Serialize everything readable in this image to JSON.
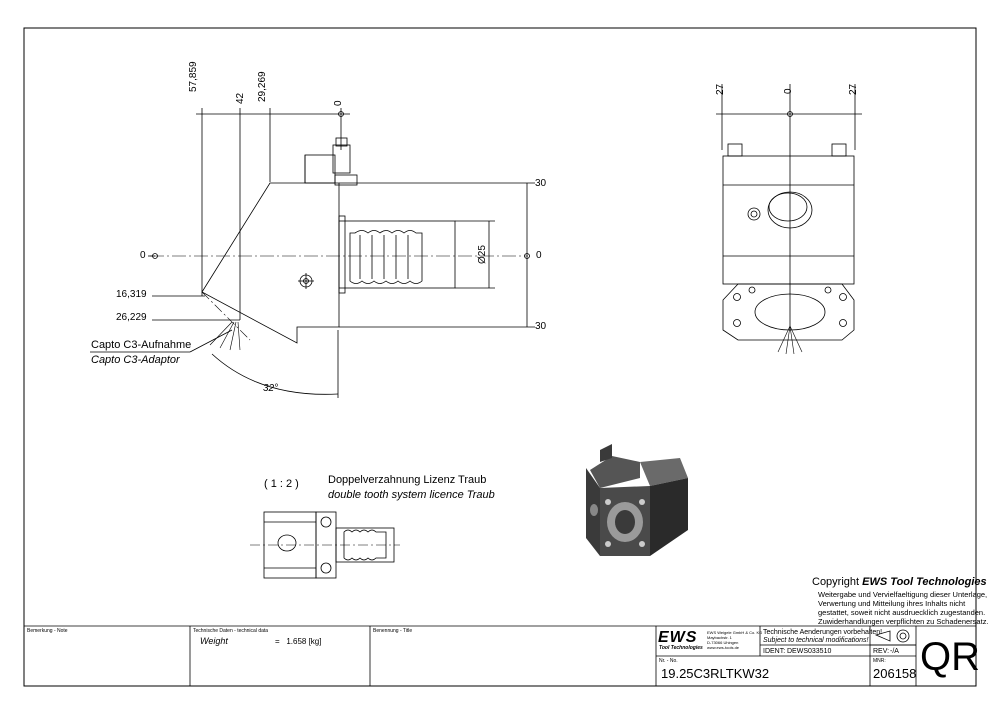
{
  "dimensions_side": {
    "top_57859": "57,859",
    "top_42": "42",
    "top_29269": "29,269",
    "top_0": "0",
    "right_30_top": "30",
    "right_0": "0",
    "right_30_bottom": "30",
    "left_0": "0",
    "left_16319": "16,319",
    "left_26229": "26,229",
    "diameter": "Ø25",
    "angle": "32°"
  },
  "capto_label": {
    "de": "Capto C3-Aufnahme",
    "en": "Capto C3-Adaptor"
  },
  "dimensions_front": {
    "left_27": "27",
    "center_0": "0",
    "right_27": "27"
  },
  "detail": {
    "scale": "( 1 : 2 )",
    "title_de": "Doppelverzahnung Lizenz Traub",
    "title_en": "double tooth system licence Traub"
  },
  "copyright": {
    "title_prefix": "Copyright ",
    "title_brand": "EWS Tool Technologies",
    "lines": [
      "Weitergabe und Vervielfaeltigung dieser Unterlage,",
      "Verwertung und Mitteilung ihres Inhalts nicht",
      "gestattet, soweit nicht ausdruecklich zugestanden.",
      "Zuwiderhandlungen verpflichten zu Schadenersatz."
    ]
  },
  "title_block": {
    "note_label": "Bemerkung - Note",
    "techdata_label": "Technische Daten - technical data",
    "weight_label": "Weight",
    "weight_value": "=   1.658 [kg]",
    "name_label": "Benennung - Title",
    "ews_logo": "EWS",
    "ews_sub": "Tool Technologies",
    "company_lines": [
      "EWS Weigele GmbH & Co. KG",
      "Maybachstr. 1",
      "D-73066 Uhingen",
      "www.ews-tools.de"
    ],
    "change_de": "Technische Aenderungen vorbehalten!",
    "change_en": "Subject to technical modifications!",
    "ident_label": "IDENT:",
    "ident_value": "DEWS033510",
    "rev_label": "REV:",
    "rev_value": "-/A",
    "nr_label": "Nr. - No.",
    "part_number": "19.25C3RLTKW32",
    "mnr_label": "MNR:",
    "mnr_value": "206158",
    "qr": "QR"
  },
  "colors": {
    "line": "#000000",
    "render_body": "#3a3a3a",
    "render_light": "#9a9a9a"
  }
}
